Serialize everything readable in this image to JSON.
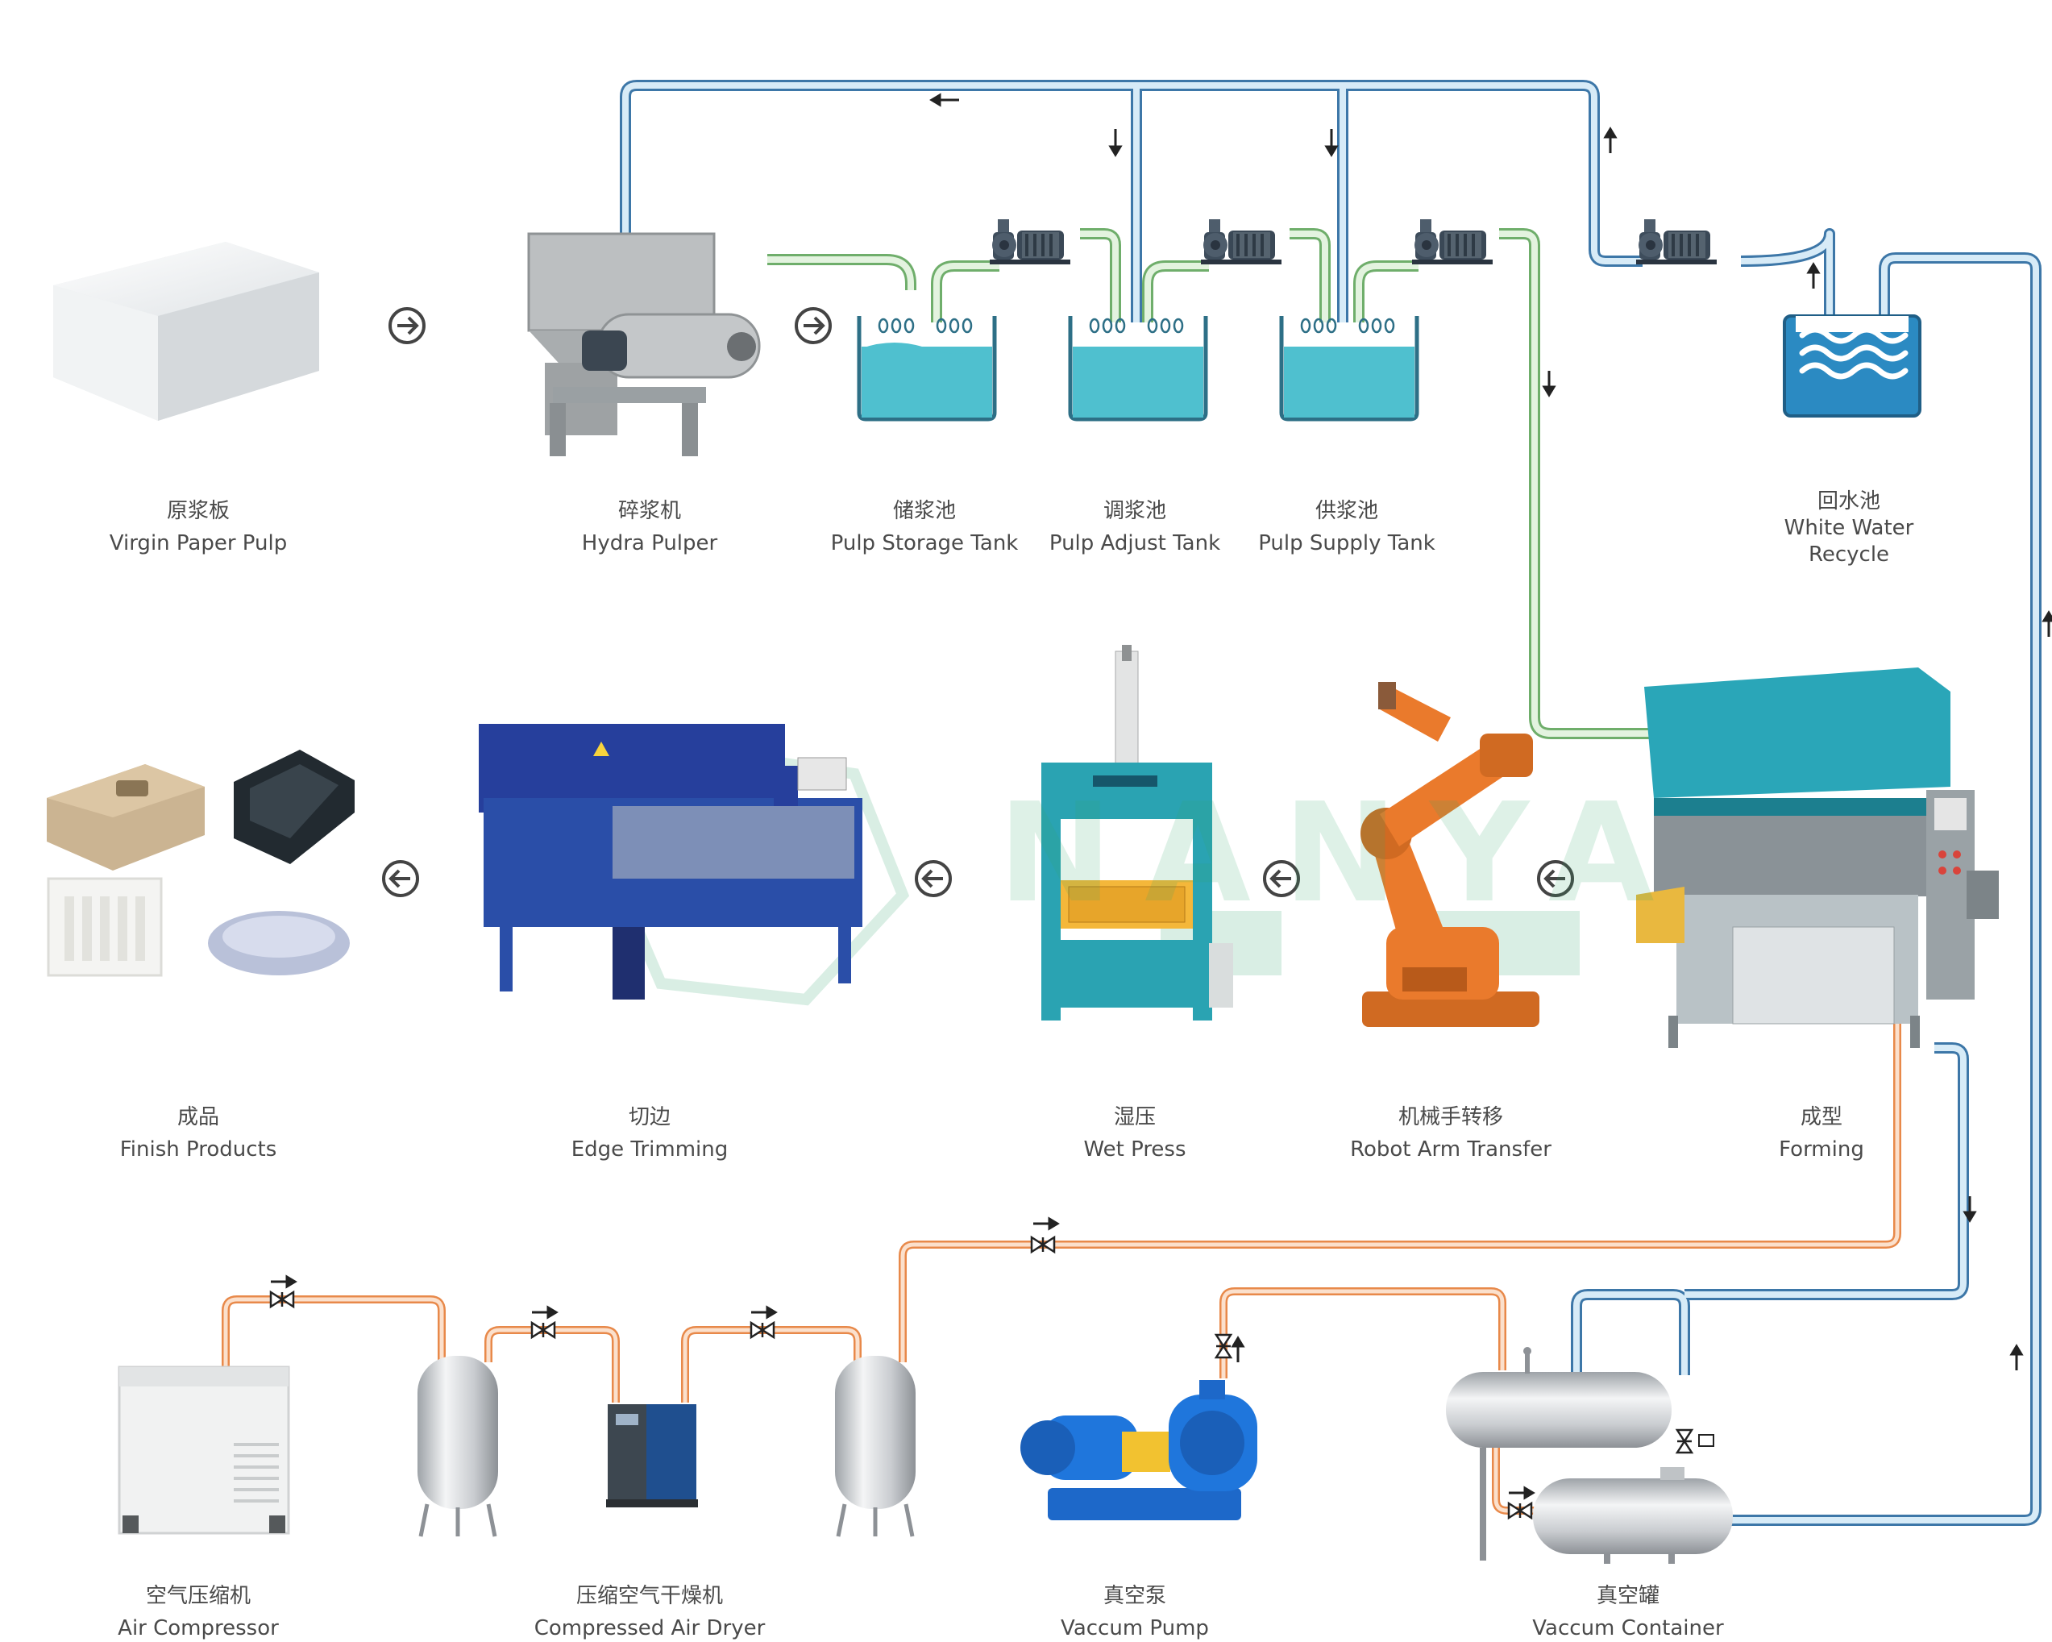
{
  "nodes": {
    "virgin_paper_pulp": {
      "cn": "原浆板",
      "en": "Virgin Paper Pulp"
    },
    "hydra_pulper": {
      "cn": "碎浆机",
      "en": "Hydra Pulper"
    },
    "pulp_storage_tank": {
      "cn": "储浆池",
      "en": "Pulp Storage Tank"
    },
    "pulp_adjust_tank": {
      "cn": "调浆池",
      "en": "Pulp Adjust Tank"
    },
    "pulp_supply_tank": {
      "cn": "供浆池",
      "en": "Pulp Supply Tank"
    },
    "white_water_recycle": {
      "cn": "回水池",
      "en": "White Water Recycle"
    },
    "finish_products": {
      "cn": "成品",
      "en": "Finish Products"
    },
    "edge_trimming": {
      "cn": "切边",
      "en": "Edge Trimming"
    },
    "wet_press": {
      "cn": "湿压",
      "en": "Wet Press"
    },
    "robot_arm_transfer": {
      "cn": "机械手转移",
      "en": "Robot Arm Transfer"
    },
    "forming": {
      "cn": "成型",
      "en": "Forming"
    },
    "air_compressor": {
      "cn": "空气压缩机",
      "en": "Air Compressor"
    },
    "compressed_air_dryer": {
      "cn": "压缩空气干燥机",
      "en": "Compressed Air Dryer"
    },
    "vaccum_pump": {
      "cn": "真空泵",
      "en": "Vaccum Pump"
    },
    "vaccum_container": {
      "cn": "真空罐",
      "en": "Vaccum Container"
    }
  },
  "watermark": {
    "text": "NANYA"
  },
  "colors": {
    "water_pipe": "#6aa9d6",
    "pulp_pipe": "#9ecf9a",
    "air_pipe": "#f2a36b",
    "tank_fill": "#4fc0cf",
    "tank_border": "#2d6f86",
    "recycle_tank": "#2b8ac2",
    "arrow": "#333333",
    "machine_blue": "#2a4ea8",
    "robot_orange": "#ea7a2c",
    "teal_machine": "#2aa3b2"
  },
  "icons": [
    "flow-arrow-right-icon",
    "flow-arrow-left-icon",
    "pump-icon",
    "valve-icon",
    "tank-icon"
  ]
}
